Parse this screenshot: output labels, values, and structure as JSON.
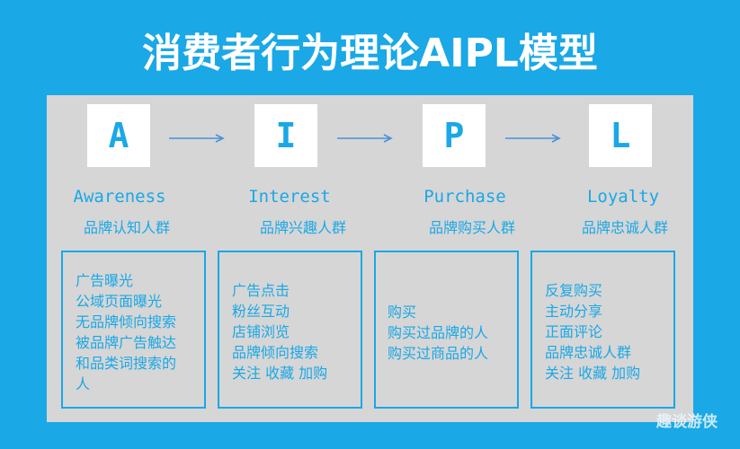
{
  "title": "消费者行为理论AIPL模型",
  "stages": [
    {
      "letter": "A",
      "name": "Awareness",
      "group": "品牌认知人群",
      "items": [
        "广告曝光",
        "公域页面曝光",
        "无品牌倾向搜索",
        "被品牌广告触达",
        "和品类词搜索的",
        "人"
      ]
    },
    {
      "letter": "I",
      "name": "Interest",
      "group": "品牌兴趣人群",
      "items": [
        "广告点击",
        "粉丝互动",
        "店铺浏览",
        "品牌倾向搜索",
        "关注 收藏 加购"
      ]
    },
    {
      "letter": "P",
      "name": "Purchase",
      "group": "品牌购买人群",
      "items": [
        "购买",
        "购买过品牌的人",
        "购买过商品的人"
      ]
    },
    {
      "letter": "L",
      "name": "Loyalty",
      "group": "品牌忠诚人群",
      "items": [
        "反复购买",
        "主动分享",
        "正面评论",
        "品牌忠诚人群",
        "关注 收藏 加购"
      ]
    }
  ],
  "watermark": "趣谈游侠",
  "colors": {
    "background": "#1aa8e6",
    "panel": "#d6d6d6",
    "accent": "#1aa8e6",
    "card": "#ffffff"
  }
}
